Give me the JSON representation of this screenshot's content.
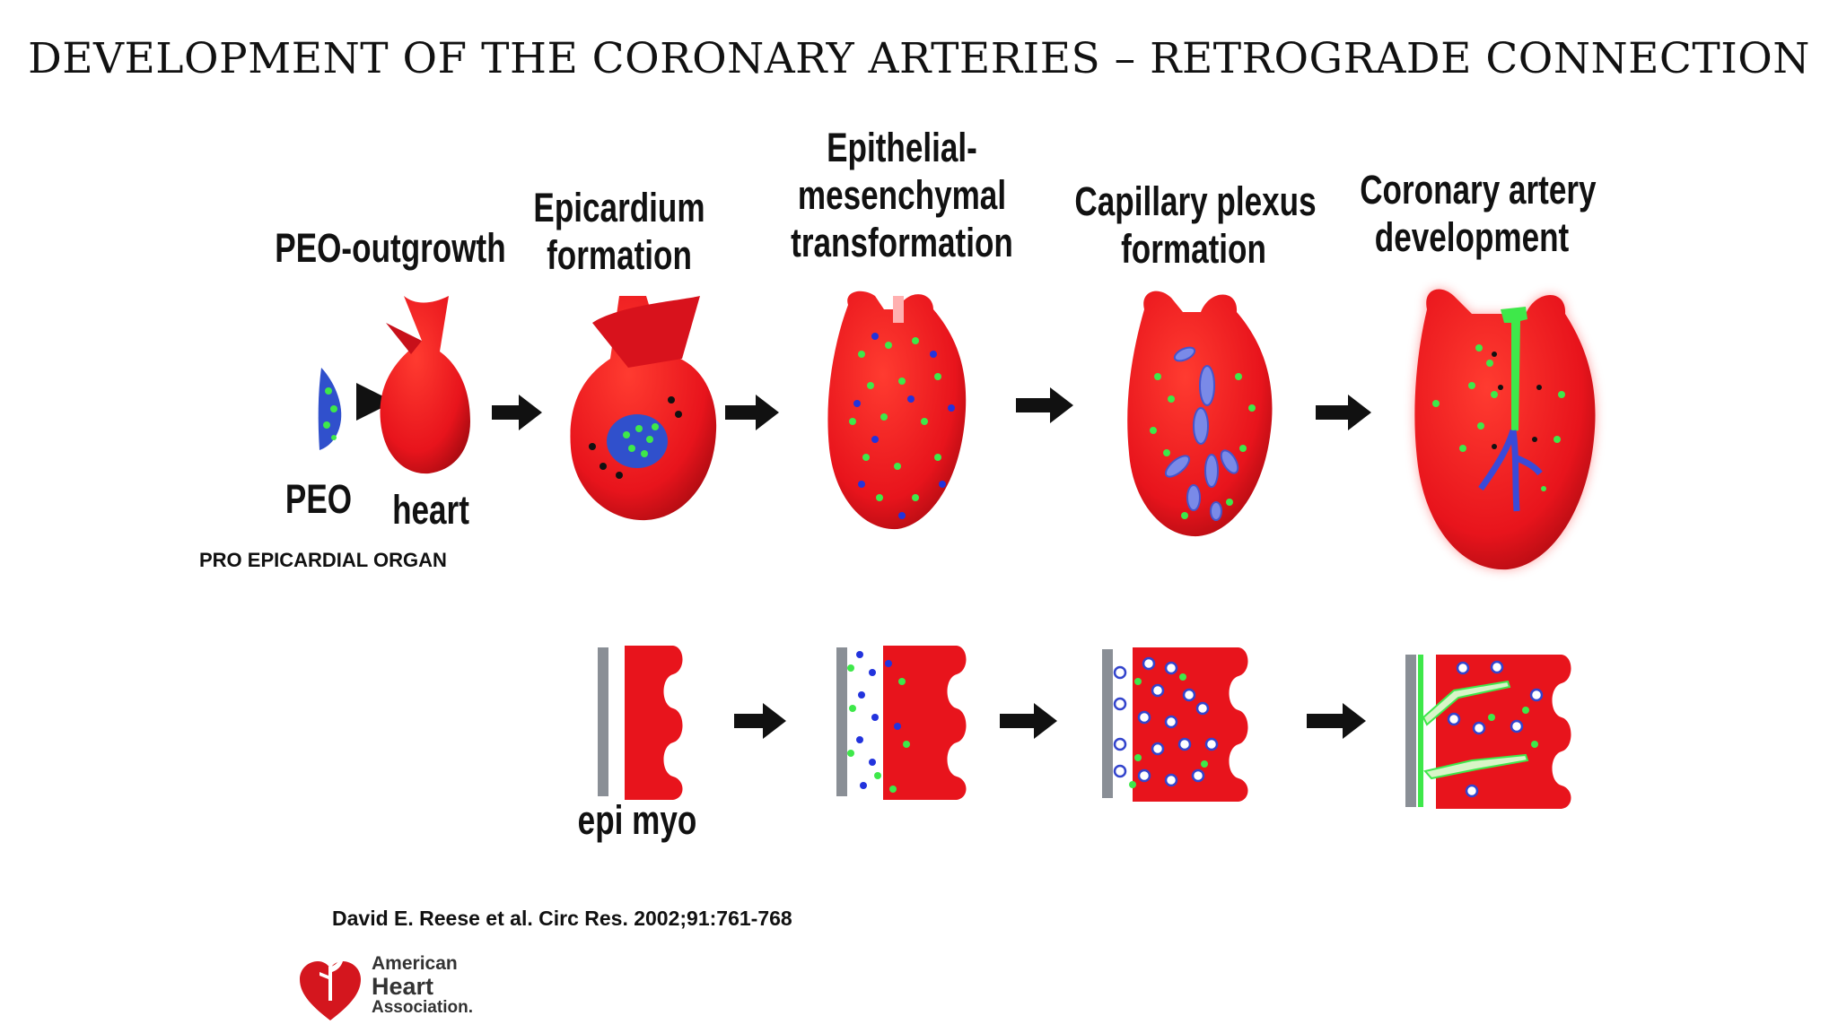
{
  "title": "DEVELOPMENT OF THE CORONARY ARTERIES – RETROGRADE CONNECTION",
  "stages": [
    {
      "label_lines": [
        "PEO-outgrowth"
      ]
    },
    {
      "label_lines": [
        "Epicardium",
        "formation"
      ]
    },
    {
      "label_lines": [
        "Epithelial-",
        "mesenchymal",
        "transformation"
      ]
    },
    {
      "label_lines": [
        "Capillary plexus",
        "formation"
      ]
    },
    {
      "label_lines": [
        "Coronary artery",
        "development"
      ]
    }
  ],
  "labels": {
    "peo": "PEO",
    "heart": "heart",
    "pro_epicardial": "PRO EPICARDIAL ORGAN",
    "epi_myo": "epi myo"
  },
  "citation": "David E. Reese et al. Circ Res. 2002;91:761-768",
  "logo": {
    "line1": "American",
    "line2": "Heart",
    "line3": "Association."
  },
  "colors": {
    "heart_red": "#e8141c",
    "epicardium_gray": "#8a8f96",
    "vessel_green": "#3ee84a",
    "cell_blue": "#2233dd"
  }
}
